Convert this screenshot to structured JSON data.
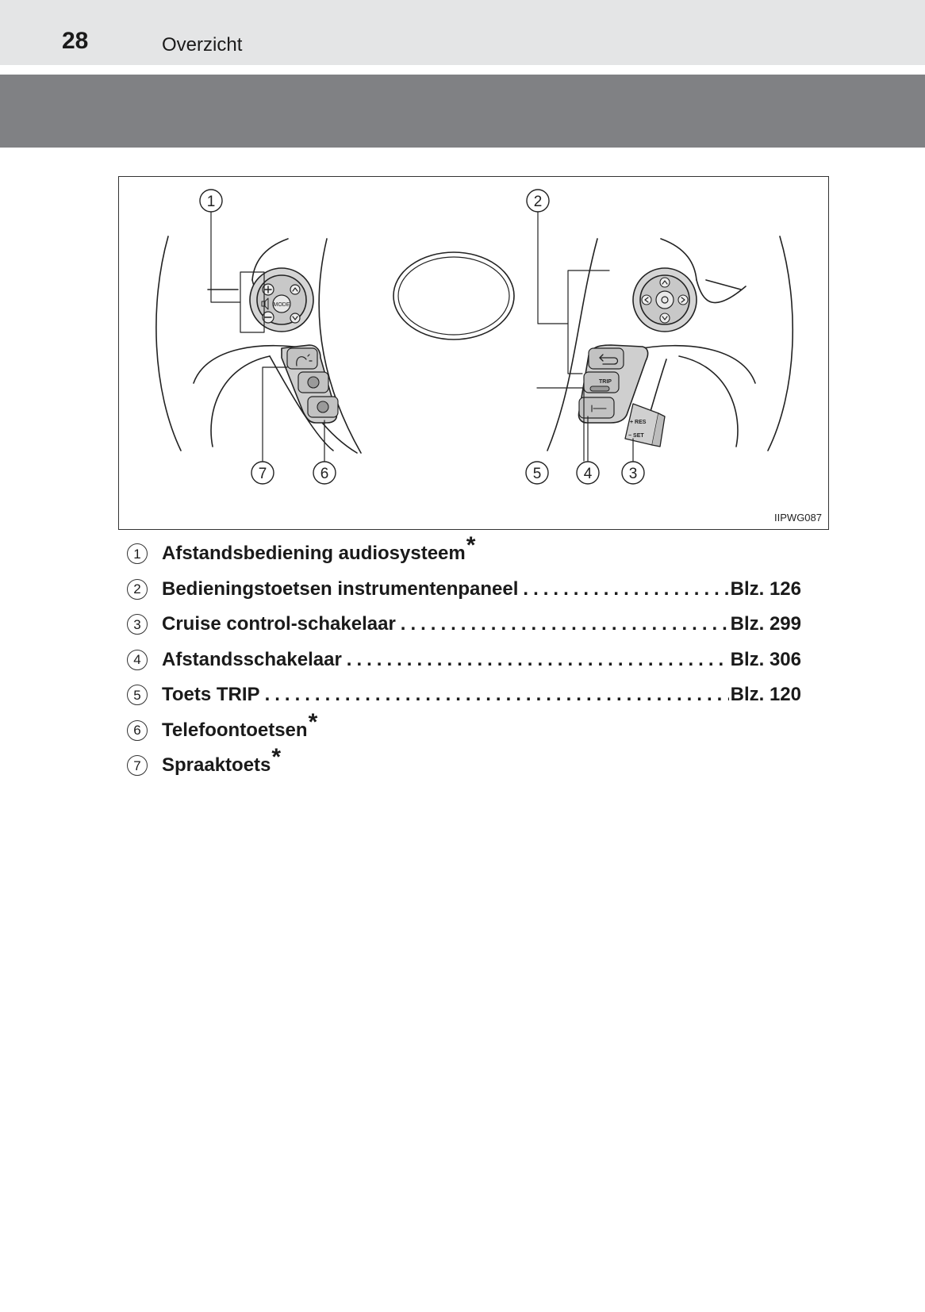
{
  "header": {
    "page_number": "28",
    "section_title": "Overzicht"
  },
  "figure": {
    "code": "IIPWG087",
    "callouts": [
      "1",
      "2",
      "3",
      "4",
      "5",
      "6",
      "7"
    ],
    "labels": {
      "mode": "MODE",
      "trip": "TRIP",
      "res": "+ RES",
      "set": "− SET"
    }
  },
  "legend": [
    {
      "num": "1",
      "label": "Afstandsbediening audiosysteem",
      "star": "*",
      "page": ""
    },
    {
      "num": "2",
      "label": "Bedieningstoetsen instrumentenpaneel",
      "star": "",
      "page": "Blz. 126"
    },
    {
      "num": "3",
      "label": "Cruise control-schakelaar",
      "star": "",
      "page": "Blz. 299"
    },
    {
      "num": "4",
      "label": "Afstandsschakelaar",
      "star": "",
      "page": "Blz. 306"
    },
    {
      "num": "5",
      "label": "Toets TRIP",
      "star": "",
      "page": "Blz. 120"
    },
    {
      "num": "6",
      "label": "Telefoontoetsen",
      "star": "*",
      "page": ""
    },
    {
      "num": "7",
      "label": "Spraaktoets",
      "star": "*",
      "page": ""
    }
  ]
}
